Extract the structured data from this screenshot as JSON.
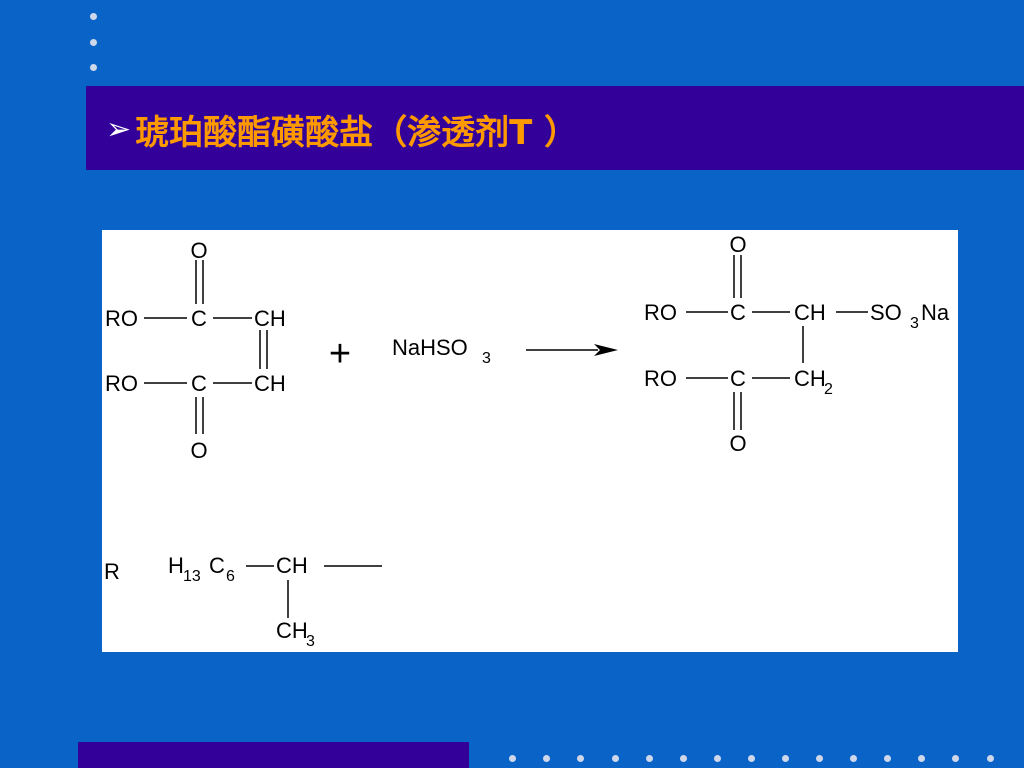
{
  "slide": {
    "title": "琥珀酸酯磺酸盐（渗透剂T ）",
    "colors": {
      "background": "#0a64c8",
      "title_bar": "#330099",
      "title_text": "#ff9900",
      "panel": "#ffffff",
      "dots": "#cfd8ea"
    }
  },
  "diagram": {
    "reactant1": {
      "o_top": "O",
      "ro_top": "RO",
      "c_top": "C",
      "ch_top": "CH",
      "ro_bottom": "RO",
      "c_bottom": "C",
      "ch_bottom": "CH",
      "o_bottom": "O"
    },
    "plus": "+",
    "reagent": {
      "formula": "NaHSO",
      "subscript": "3"
    },
    "product": {
      "o_top": "O",
      "ro_top": "RO",
      "c_top": "C",
      "ch_top": "CH",
      "so": "SO",
      "so_sub": "3",
      "na": "Na",
      "ro_bottom": "RO",
      "c_bottom": "C",
      "ch2": "CH",
      "ch2_sub": "2",
      "o_bottom": "O"
    },
    "r_definition": {
      "label": "R",
      "h": "H",
      "h_sub": "13",
      "c": "C",
      "c_sub": "6",
      "ch": "CH",
      "ch3": "CH",
      "ch3_sub": "3"
    }
  }
}
